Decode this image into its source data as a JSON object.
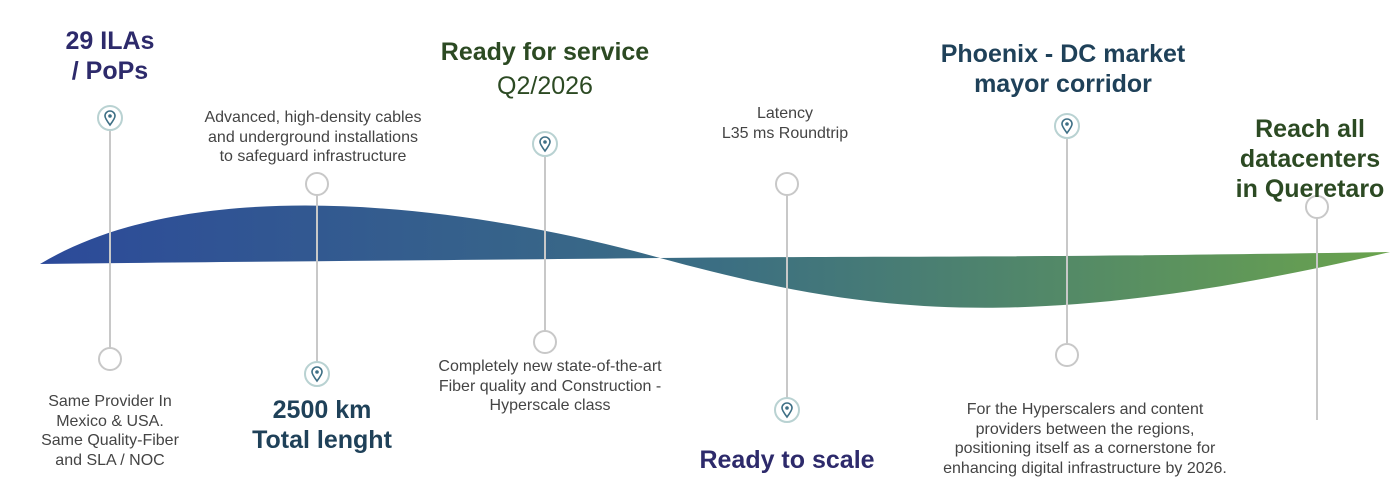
{
  "colors": {
    "navy": "#2d2a6b",
    "teal_dark": "#1f4159",
    "green_dark": "#2c4a23",
    "text_gray": "#444444",
    "wave_start": "#2c4a9a",
    "wave_mid": "#3b6e83",
    "wave_end": "#6aa34d",
    "connector": "#c8c8c8"
  },
  "milestones": {
    "ilas": {
      "title": "29 ILAs\n/ PoPs",
      "icon": "location-pin-icon"
    },
    "cables": {
      "text": "Advanced, high-density cables\nand underground installations\nto safeguard infrastructure"
    },
    "ready_service": {
      "title": "Ready for service",
      "subtitle": "Q2/2026",
      "icon": "location-pin-icon"
    },
    "latency": {
      "text": "Latency\nL35 ms Roundtrip"
    },
    "phoenix": {
      "title": "Phoenix - DC market\nmayor corridor",
      "icon": "location-pin-icon"
    },
    "reach": {
      "title": "Reach all\ndatacenters\nin Queretaro"
    },
    "provider": {
      "text": "Same Provider In\nMexico & USA.\nSame Quality-Fiber\nand SLA / NOC"
    },
    "distance": {
      "title": "2500 km\nTotal lenght",
      "icon": "location-pin-icon"
    },
    "construction": {
      "text": "Completely new state-of-the-art\nFiber quality and Construction  -\nHyperscale class"
    },
    "scale": {
      "title": "Ready to scale",
      "icon": "location-pin-icon"
    },
    "hyperscalers": {
      "text": "For the Hyperscalers and content\nproviders between the regions,\npositioning itself as a cornerstone for\nenhancing digital infrastructure by 2026."
    }
  }
}
